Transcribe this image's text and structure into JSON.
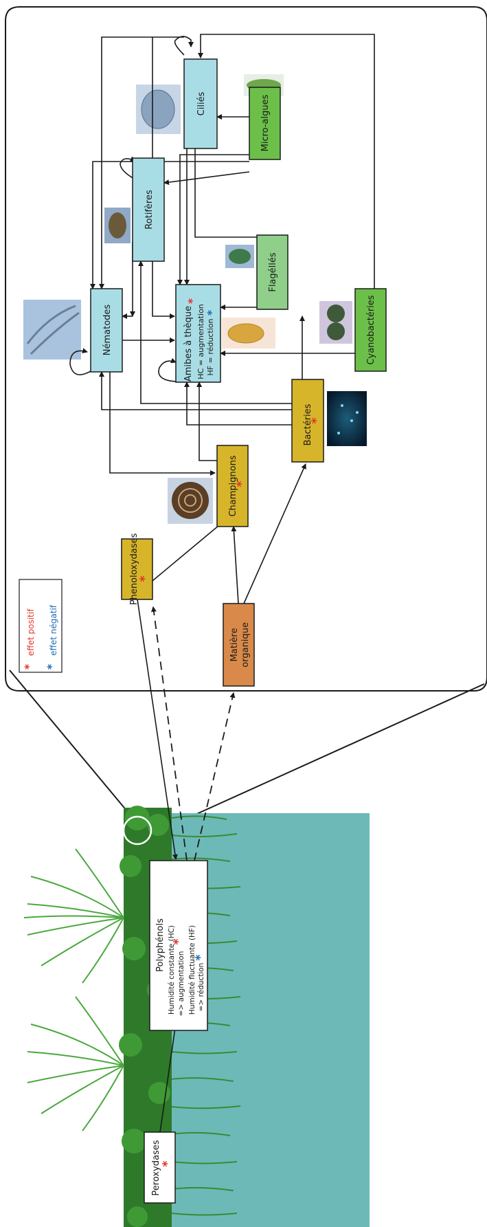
{
  "legend": {
    "positive_label": "effet positif",
    "negative_label": "effet négatif",
    "star": "*"
  },
  "colors": {
    "protist_blue": "#a9dde6",
    "producer_green": "#6cc04a",
    "flagellate_green": "#8fcf8a",
    "enzyme_gold": "#d7b52a",
    "organic_orange": "#d98a4a",
    "water_teal": "#6db9b8",
    "moss_green": "#2e7a2a",
    "positive_red": "#e2362b",
    "negative_blue": "#1f6ab3"
  },
  "nodes": {
    "cilies": "Ciliés",
    "micro_algues": "Micro-algues",
    "rotiferes": "Rotifères",
    "flagelles": "Flagéllés",
    "nematodes": "Nématodes",
    "amibes_title": "Amibes à thèque",
    "amibes_hc": "HC = augmentation",
    "amibes_hf": "HF = réduction",
    "cyanobacteries": "Cyanobactéries",
    "bacteries": "Bactéries",
    "champignons": "Champignons",
    "phenoloxydases": "Phenoloxydases",
    "matiere_line1": "Matière",
    "matiere_line2": "organique",
    "polyphenols_title": "Polyphénols",
    "poly_hc": "Humidité constante (HC)",
    "poly_hc_effect": "=> augmentation",
    "poly_hf": "Humidité fluctuante (HF)",
    "poly_hf_effect": "=> réduction",
    "peroxydases": "Peroxydases"
  },
  "photos": [
    "ciliate-photo",
    "micro-alga-photo",
    "rotifer-photo",
    "flagellate-photo",
    "nematode-photo",
    "testate-amoeba-photo",
    "cyanobacteria-photo",
    "bacteria-photo",
    "fungus-photo"
  ]
}
